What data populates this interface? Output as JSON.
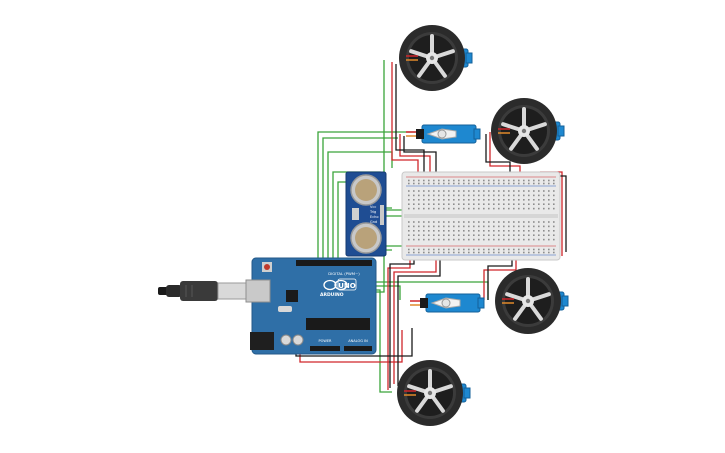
{
  "arduino": {
    "brand": "ARDUINO",
    "model": "UNO",
    "header_top": "DIGITAL (PWM~)",
    "header_power": "POWER",
    "header_analog": "ANALOG IN"
  },
  "sensor": {
    "pins": [
      "Vcc",
      "Trig",
      "Echo",
      "Gnd"
    ]
  },
  "colors": {
    "arduino_board": "#2f6fa7",
    "servo_body": "#1e88d0",
    "wheel_tire": "#2b2b2b",
    "wire_red": "#d0262b",
    "wire_black": "#1a1a1a",
    "wire_green": "#3aa43a",
    "breadboard": "#e9e9e9"
  },
  "icons": {
    "usb": "usb-cable-icon",
    "wheel": "wheel-icon",
    "servo": "servo-motor-icon",
    "ultrasonic": "ultrasonic-sensor-icon"
  }
}
